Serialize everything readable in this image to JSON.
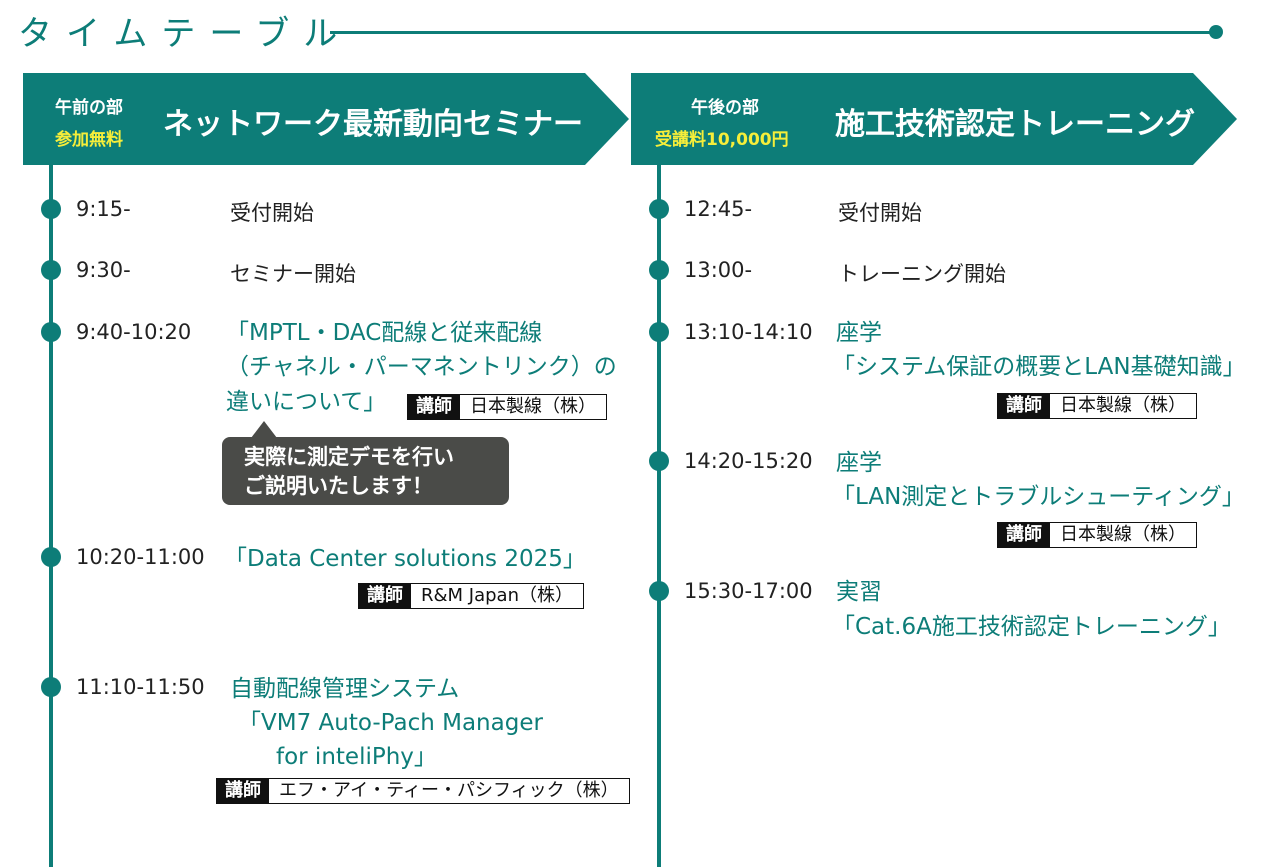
{
  "title": "タイムテーブル",
  "morning": {
    "label": "午前の部",
    "fee": "参加無料",
    "name": "ネットワーク最新動向セミナー",
    "items": [
      {
        "time": "9:15-",
        "text": "受付開始"
      },
      {
        "time": "9:30-",
        "text": "セミナー開始"
      },
      {
        "time": "9:40-10:20",
        "lines": [
          "「MPTL・DAC配線と従来配線",
          "（チャネル・パーマネントリンク）の",
          "違いについて」"
        ],
        "lecturer_label": "講師",
        "lecturer": "日本製線（株）"
      },
      {
        "time": "10:20-11:00",
        "lines": [
          "「Data Center solutions 2025」"
        ],
        "lecturer_label": "講師",
        "lecturer": "R&M Japan（株）"
      },
      {
        "time": "11:10-11:50",
        "lines": [
          "自動配線管理システム",
          "「VM7 Auto-Pach Manager",
          "for inteliPhy」"
        ],
        "lecturer_label": "講師",
        "lecturer": "エフ・アイ・ティー・パシフィック（株）"
      }
    ],
    "bubble": [
      "実際に測定デモを行い",
      "ご説明いたします！"
    ]
  },
  "afternoon": {
    "label": "午後の部",
    "fee": "受講料10,000円",
    "name": "施工技術認定トレーニング",
    "items": [
      {
        "time": "12:45-",
        "text": "受付開始"
      },
      {
        "time": "13:00-",
        "text": "トレーニング開始"
      },
      {
        "time": "13:10-14:10",
        "lines": [
          "座学",
          "「システム保証の概要とLAN基礎知識」"
        ],
        "lecturer_label": "講師",
        "lecturer": "日本製線（株）"
      },
      {
        "time": "14:20-15:20",
        "lines": [
          "座学",
          "「LAN測定とトラブルシューティング」"
        ],
        "lecturer_label": "講師",
        "lecturer": "日本製線（株）"
      },
      {
        "time": "15:30-17:00",
        "lines": [
          "実習",
          "「Cat.6A施工技術認定トレーニング」"
        ]
      }
    ]
  },
  "colors": {
    "teal": "#0d7d78",
    "yellow": "#f6ee3a",
    "bubble": "#4a4b48"
  }
}
